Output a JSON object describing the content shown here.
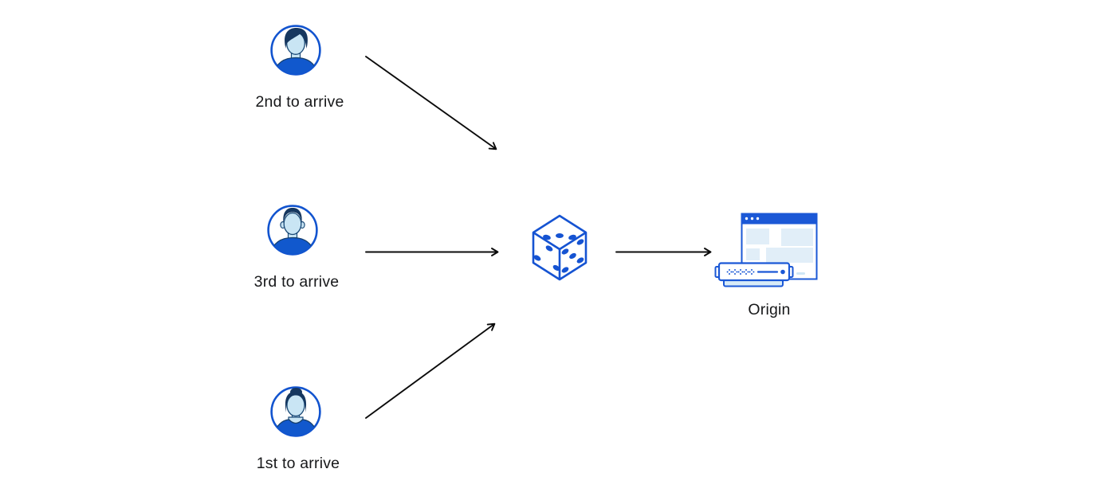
{
  "diagram": {
    "description": "Three visitors arriving in random order are routed through a randomizer (dice) to an origin server",
    "nodes": {
      "visitor_2nd": {
        "label": "2nd to arrive",
        "icon": "male-avatar-swept-hair-icon"
      },
      "visitor_3rd": {
        "label": "3rd to arrive",
        "icon": "male-avatar-short-hair-icon"
      },
      "visitor_1st": {
        "label": "1st to arrive",
        "icon": "female-avatar-bun-icon"
      },
      "randomizer": {
        "label": "",
        "icon": "dice-icon"
      },
      "origin": {
        "label": "Origin",
        "icon": "origin-server-browser-icon"
      }
    },
    "edges": [
      {
        "from": "visitor_2nd",
        "to": "randomizer"
      },
      {
        "from": "visitor_3rd",
        "to": "randomizer"
      },
      {
        "from": "visitor_1st",
        "to": "randomizer"
      },
      {
        "from": "randomizer",
        "to": "origin"
      }
    ],
    "colors": {
      "background": "#ffffff",
      "blue": "#1457d0",
      "browser_blue": "#1b58d6",
      "navy": "#16375f",
      "outline_navy": "#1b4a77",
      "skin_light_blue": "#c9e5f4",
      "panel_light_blue": "#e1eef8",
      "server_base_blue": "#d8ebf7",
      "arrow_black": "#0b0b0b",
      "text": "#17181a"
    }
  }
}
